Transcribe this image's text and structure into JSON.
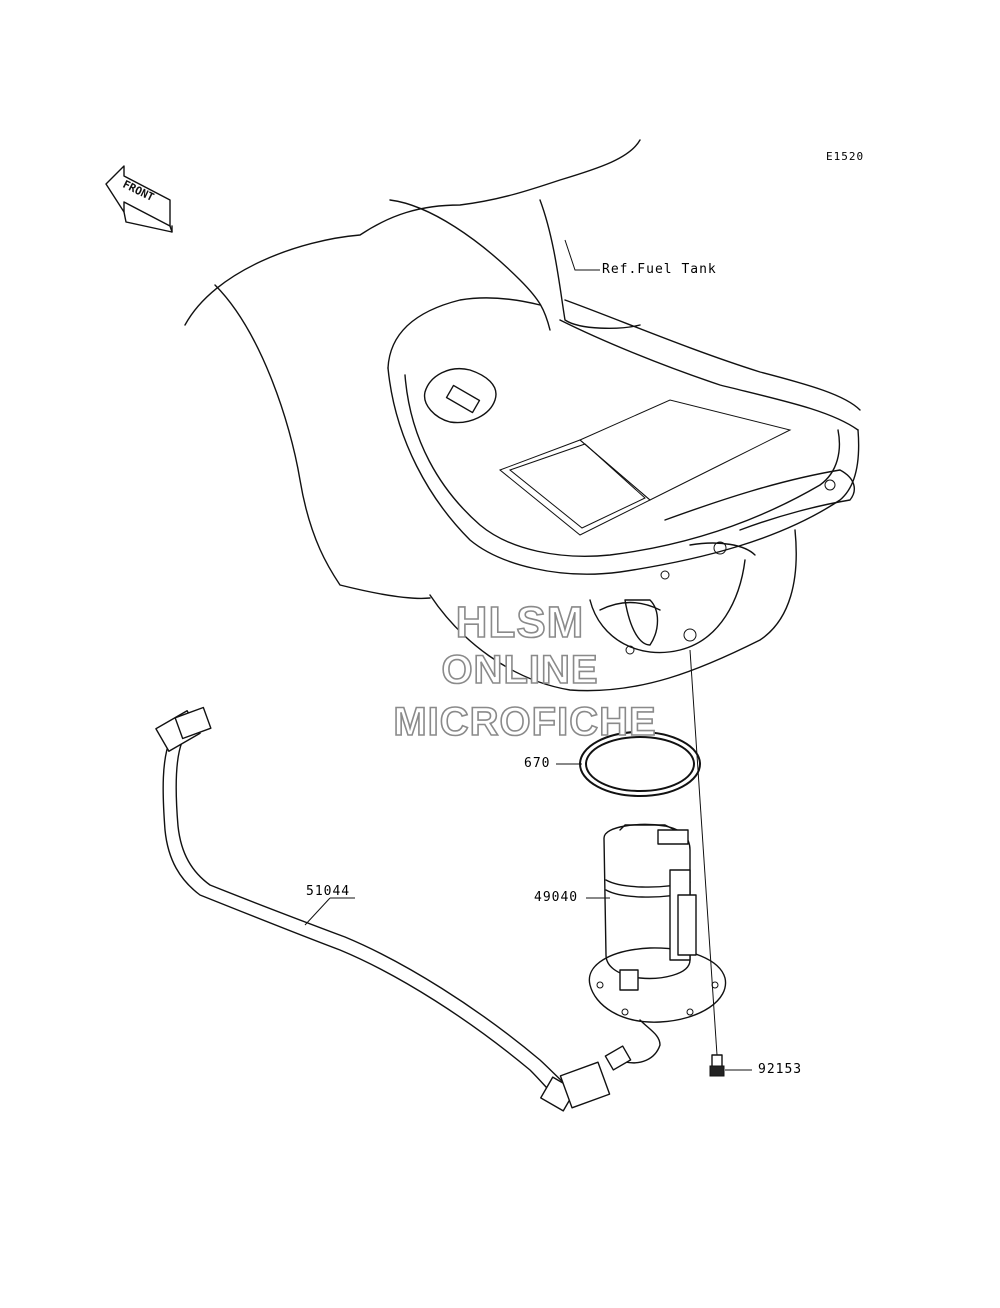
{
  "diagram": {
    "code": "E1520",
    "direction": "FRONT",
    "reference": "Ref.Fuel Tank",
    "parts": [
      {
        "number": "670"
      },
      {
        "number": "49040"
      },
      {
        "number": "51044"
      },
      {
        "number": "92153"
      }
    ]
  },
  "watermark": {
    "line1": "HLSM",
    "line2": "ONLINE",
    "line3": "MICROFICHE"
  }
}
